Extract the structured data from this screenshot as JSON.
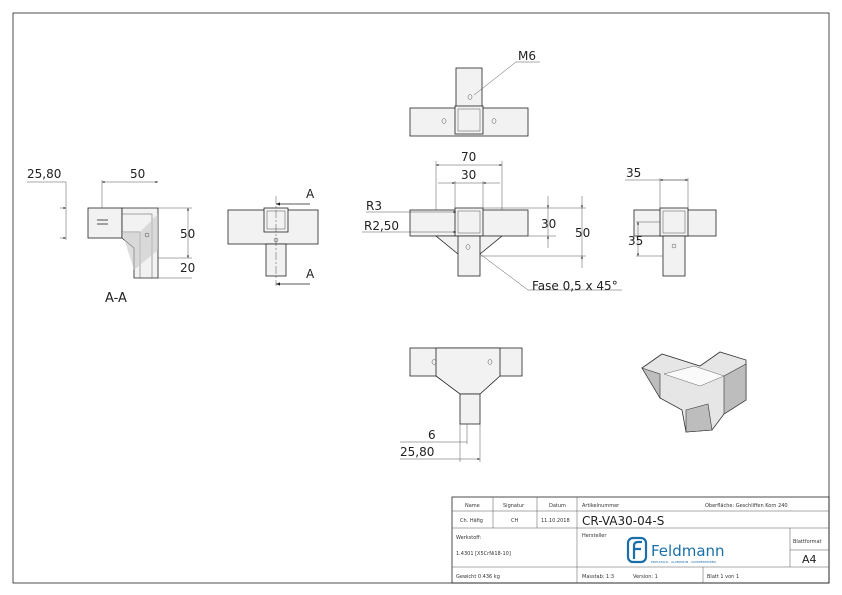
{
  "drawing": {
    "section_label": "A-A",
    "section_marker": "A",
    "dims": {
      "d_25_80": "25,80",
      "d_50": "50",
      "d_20": "20",
      "d_70": "70",
      "d_30": "30",
      "r3": "R3",
      "r2_50": "R2,50",
      "d_35": "35",
      "d_6": "6",
      "thread": "M6",
      "chamfer": "Fase 0,5 x 45°"
    }
  },
  "title_block": {
    "name_label": "Name",
    "signatur_label": "Signatur",
    "datum_label": "Datum",
    "name": "Ch. Häfig",
    "signatur": "CH",
    "datum": "11.10.2018",
    "artikelnummer_label": "Artikelnummer",
    "artikelnummer": "CR-VA30-04-S",
    "oberflaeche": "Oberfläche:  Geschliffen Korn 240",
    "werkstoff_label": "Werkstoff:",
    "werkstoff": "1.4301 [X5CrNi18-10]",
    "hersteller_label": "Hersteller",
    "logo_text": "Feldmann",
    "logo_sub": "EDELSTAHL · ALUMINIUM · SCHMIEDEEISEN",
    "blattformat_label": "Blattformat",
    "blattformat": "A4",
    "gewicht": "Gewicht 0.436 kg",
    "masstab": "Masstab: 1:3",
    "version": "Version: 1",
    "blatt": "Blatt 1 von 1",
    "brand_color": "#1a6fa8"
  }
}
